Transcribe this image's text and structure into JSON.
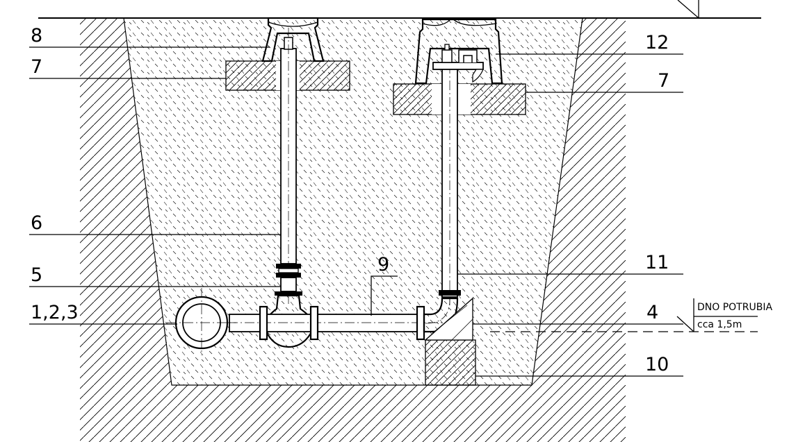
{
  "labels": {
    "l8": "8",
    "l7_left": "7",
    "l6": "6",
    "l5": "5",
    "l123": "1,2,3",
    "l9": "9",
    "l12": "12",
    "l7_right": "7",
    "l11": "11",
    "l4": "4",
    "l10": "10"
  },
  "annotation": {
    "line1": "DNO  POTRUBIA",
    "line2": "cca  1,5m"
  }
}
